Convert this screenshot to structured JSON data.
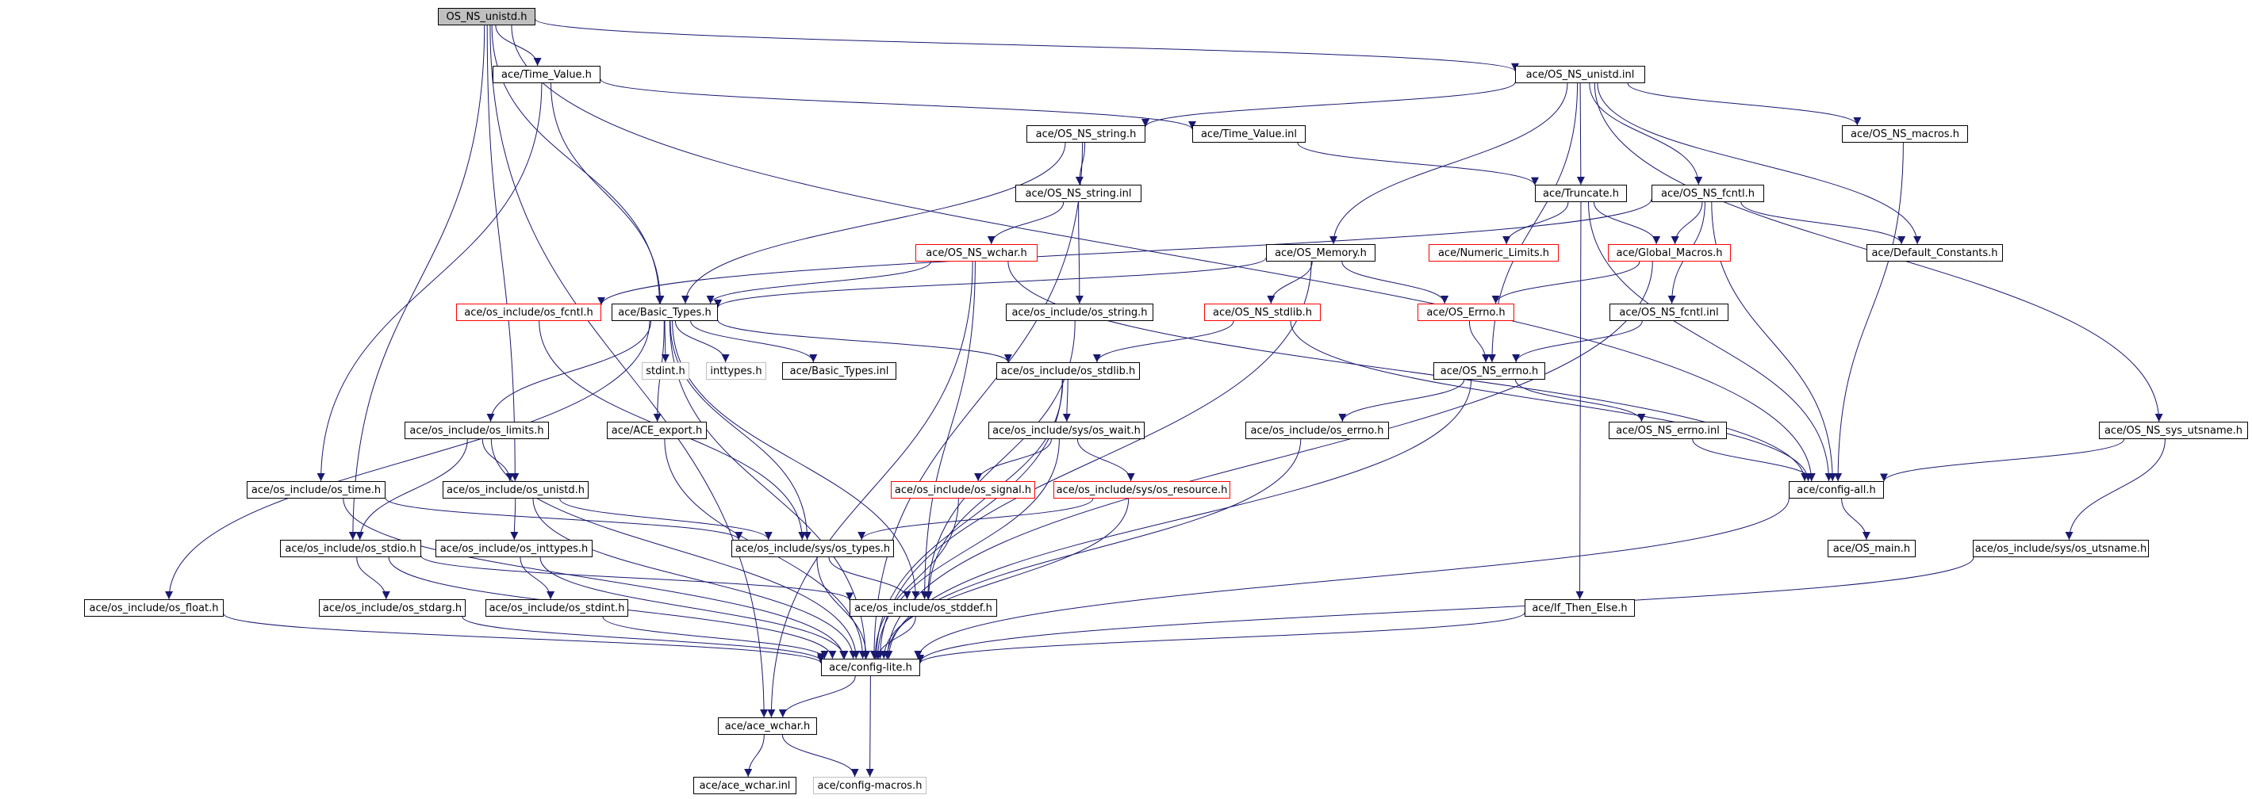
{
  "colors": {
    "edge": "#191970",
    "node_border": "#000000",
    "truncated_border": "#ff0000",
    "external_border": "#bfbfbf",
    "root_fill": "#bfbfbf"
  },
  "nodes": [
    {
      "id": "n_root",
      "label": "OS_NS_unistd.h",
      "kind": "root"
    },
    {
      "id": "n_time_value_h",
      "label": "ace/Time_Value.h",
      "kind": "normal"
    },
    {
      "id": "n_ns_unistd_inl",
      "label": "ace/OS_NS_unistd.inl",
      "kind": "normal"
    },
    {
      "id": "n_ns_string_h",
      "label": "ace/OS_NS_string.h",
      "kind": "normal"
    },
    {
      "id": "n_time_value_inl",
      "label": "ace/Time_Value.inl",
      "kind": "normal"
    },
    {
      "id": "n_ns_macros_h",
      "label": "ace/OS_NS_macros.h",
      "kind": "normal"
    },
    {
      "id": "n_ns_string_inl",
      "label": "ace/OS_NS_string.inl",
      "kind": "normal"
    },
    {
      "id": "n_truncate_h",
      "label": "ace/Truncate.h",
      "kind": "normal"
    },
    {
      "id": "n_ns_fcntl_h",
      "label": "ace/OS_NS_fcntl.h",
      "kind": "normal"
    },
    {
      "id": "n_ns_wchar_h",
      "label": "ace/OS_NS_wchar.h",
      "kind": "red"
    },
    {
      "id": "n_os_memory_h",
      "label": "ace/OS_Memory.h",
      "kind": "normal"
    },
    {
      "id": "n_numeric_limits_h",
      "label": "ace/Numeric_Limits.h",
      "kind": "red"
    },
    {
      "id": "n_global_macros_h",
      "label": "ace/Global_Macros.h",
      "kind": "red"
    },
    {
      "id": "n_default_constants_h",
      "label": "ace/Default_Constants.h",
      "kind": "normal"
    },
    {
      "id": "n_os_fcntl_inc",
      "label": "ace/os_include/os_fcntl.h",
      "kind": "red"
    },
    {
      "id": "n_basic_types_h",
      "label": "ace/Basic_Types.h",
      "kind": "normal"
    },
    {
      "id": "n_os_string_inc",
      "label": "ace/os_include/os_string.h",
      "kind": "normal"
    },
    {
      "id": "n_ns_stdlib_h",
      "label": "ace/OS_NS_stdlib.h",
      "kind": "red"
    },
    {
      "id": "n_os_errno_h",
      "label": "ace/OS_Errno.h",
      "kind": "red"
    },
    {
      "id": "n_ns_fcntl_inl",
      "label": "ace/OS_NS_fcntl.inl",
      "kind": "normal"
    },
    {
      "id": "n_stdint_h",
      "label": "stdint.h",
      "kind": "grey"
    },
    {
      "id": "n_inttypes_h",
      "label": "inttypes.h",
      "kind": "grey"
    },
    {
      "id": "n_basic_types_inl",
      "label": "ace/Basic_Types.inl",
      "kind": "normal"
    },
    {
      "id": "n_os_stdlib_inc",
      "label": "ace/os_include/os_stdlib.h",
      "kind": "normal"
    },
    {
      "id": "n_ns_errno_h",
      "label": "ace/OS_NS_errno.h",
      "kind": "normal"
    },
    {
      "id": "n_os_limits_inc",
      "label": "ace/os_include/os_limits.h",
      "kind": "normal"
    },
    {
      "id": "n_ace_export_h",
      "label": "ace/ACE_export.h",
      "kind": "normal"
    },
    {
      "id": "n_sys_wait_inc",
      "label": "ace/os_include/sys/os_wait.h",
      "kind": "normal"
    },
    {
      "id": "n_os_errno_inc",
      "label": "ace/os_include/os_errno.h",
      "kind": "normal"
    },
    {
      "id": "n_ns_errno_inl",
      "label": "ace/OS_NS_errno.inl",
      "kind": "normal"
    },
    {
      "id": "n_ns_sys_utsname_h",
      "label": "ace/OS_NS_sys_utsname.h",
      "kind": "normal"
    },
    {
      "id": "n_os_time_inc",
      "label": "ace/os_include/os_time.h",
      "kind": "normal"
    },
    {
      "id": "n_os_unistd_inc",
      "label": "ace/os_include/os_unistd.h",
      "kind": "normal"
    },
    {
      "id": "n_os_signal_inc",
      "label": "ace/os_include/os_signal.h",
      "kind": "red"
    },
    {
      "id": "n_sys_resource_inc",
      "label": "ace/os_include/sys/os_resource.h",
      "kind": "red"
    },
    {
      "id": "n_config_all_h",
      "label": "ace/config-all.h",
      "kind": "normal"
    },
    {
      "id": "n_os_stdio_inc",
      "label": "ace/os_include/os_stdio.h",
      "kind": "normal"
    },
    {
      "id": "n_os_inttypes_inc",
      "label": "ace/os_include/os_inttypes.h",
      "kind": "normal"
    },
    {
      "id": "n_sys_types_inc",
      "label": "ace/os_include/sys/os_types.h",
      "kind": "normal"
    },
    {
      "id": "n_os_main_h",
      "label": "ace/OS_main.h",
      "kind": "normal"
    },
    {
      "id": "n_sys_utsname_inc",
      "label": "ace/os_include/sys/os_utsname.h",
      "kind": "normal"
    },
    {
      "id": "n_os_float_inc",
      "label": "ace/os_include/os_float.h",
      "kind": "normal"
    },
    {
      "id": "n_os_stdarg_inc",
      "label": "ace/os_include/os_stdarg.h",
      "kind": "normal"
    },
    {
      "id": "n_os_stdint_inc",
      "label": "ace/os_include/os_stdint.h",
      "kind": "normal"
    },
    {
      "id": "n_os_stddef_inc",
      "label": "ace/os_include/os_stddef.h",
      "kind": "normal"
    },
    {
      "id": "n_if_then_else_h",
      "label": "ace/If_Then_Else.h",
      "kind": "normal"
    },
    {
      "id": "n_config_lite_h",
      "label": "ace/config-lite.h",
      "kind": "normal"
    },
    {
      "id": "n_ace_wchar_h",
      "label": "ace/ace_wchar.h",
      "kind": "normal"
    },
    {
      "id": "n_ace_wchar_inl",
      "label": "ace/ace_wchar.inl",
      "kind": "normal"
    },
    {
      "id": "n_config_macros_h",
      "label": "ace/config-macros.h",
      "kind": "grey"
    }
  ],
  "edges": [
    [
      "n_root",
      "n_time_value_h"
    ],
    [
      "n_root",
      "n_ns_unistd_inl"
    ],
    [
      "n_root",
      "n_basic_types_h"
    ],
    [
      "n_root",
      "n_os_unistd_inc"
    ],
    [
      "n_root",
      "n_os_stdio_inc"
    ],
    [
      "n_root",
      "n_config_all_h"
    ],
    [
      "n_root",
      "n_ace_wchar_h"
    ],
    [
      "n_time_value_h",
      "n_time_value_inl"
    ],
    [
      "n_time_value_h",
      "n_basic_types_h"
    ],
    [
      "n_time_value_h",
      "n_os_time_inc"
    ],
    [
      "n_ns_unistd_inl",
      "n_ns_string_h"
    ],
    [
      "n_ns_unistd_inl",
      "n_ns_macros_h"
    ],
    [
      "n_ns_unistd_inl",
      "n_truncate_h"
    ],
    [
      "n_ns_unistd_inl",
      "n_ns_fcntl_h"
    ],
    [
      "n_ns_unistd_inl",
      "n_os_memory_h"
    ],
    [
      "n_ns_unistd_inl",
      "n_default_constants_h"
    ],
    [
      "n_ns_unistd_inl",
      "n_ns_errno_h"
    ],
    [
      "n_ns_unistd_inl",
      "n_ns_sys_utsname_h"
    ],
    [
      "n_ns_string_h",
      "n_ns_string_inl"
    ],
    [
      "n_ns_string_h",
      "n_basic_types_h"
    ],
    [
      "n_ns_string_h",
      "n_config_lite_h"
    ],
    [
      "n_ns_string_inl",
      "n_ns_wchar_h"
    ],
    [
      "n_ns_string_inl",
      "n_os_string_inc"
    ],
    [
      "n_time_value_inl",
      "n_truncate_h"
    ],
    [
      "n_ns_macros_h",
      "n_config_all_h"
    ],
    [
      "n_truncate_h",
      "n_numeric_limits_h"
    ],
    [
      "n_truncate_h",
      "n_global_macros_h"
    ],
    [
      "n_truncate_h",
      "n_if_then_else_h"
    ],
    [
      "n_truncate_h",
      "n_config_all_h"
    ],
    [
      "n_ns_fcntl_h",
      "n_global_macros_h"
    ],
    [
      "n_ns_fcntl_h",
      "n_default_constants_h"
    ],
    [
      "n_ns_fcntl_h",
      "n_ns_fcntl_inl"
    ],
    [
      "n_ns_fcntl_h",
      "n_config_all_h"
    ],
    [
      "n_ns_fcntl_h",
      "n_os_fcntl_inc"
    ],
    [
      "n_ns_wchar_h",
      "n_basic_types_h"
    ],
    [
      "n_ns_wchar_h",
      "n_os_stddef_inc"
    ],
    [
      "n_ns_wchar_h",
      "n_ace_wchar_h"
    ],
    [
      "n_ns_wchar_h",
      "n_config_all_h"
    ],
    [
      "n_os_memory_h",
      "n_basic_types_h"
    ],
    [
      "n_os_memory_h",
      "n_ns_stdlib_h"
    ],
    [
      "n_os_memory_h",
      "n_os_errno_h"
    ],
    [
      "n_os_memory_h",
      "n_config_lite_h"
    ],
    [
      "n_global_macros_h",
      "n_os_errno_h"
    ],
    [
      "n_global_macros_h",
      "n_config_lite_h"
    ],
    [
      "n_os_fcntl_inc",
      "n_sys_types_inc"
    ],
    [
      "n_basic_types_h",
      "n_stdint_h"
    ],
    [
      "n_basic_types_h",
      "n_inttypes_h"
    ],
    [
      "n_basic_types_h",
      "n_basic_types_inl"
    ],
    [
      "n_basic_types_h",
      "n_os_stdlib_inc"
    ],
    [
      "n_basic_types_h",
      "n_os_limits_inc"
    ],
    [
      "n_basic_types_h",
      "n_ace_export_h"
    ],
    [
      "n_basic_types_h",
      "n_sys_types_inc"
    ],
    [
      "n_basic_types_h",
      "n_os_float_inc"
    ],
    [
      "n_basic_types_h",
      "n_os_stddef_inc"
    ],
    [
      "n_basic_types_h",
      "n_config_lite_h"
    ],
    [
      "n_os_string_inc",
      "n_os_stddef_inc"
    ],
    [
      "n_ns_stdlib_h",
      "n_os_stdlib_inc"
    ],
    [
      "n_ns_stdlib_h",
      "n_config_all_h"
    ],
    [
      "n_os_errno_h",
      "n_ns_errno_h"
    ],
    [
      "n_ns_fcntl_inl",
      "n_ns_errno_h"
    ],
    [
      "n_os_stdlib_inc",
      "n_sys_wait_inc"
    ],
    [
      "n_os_stdlib_inc",
      "n_os_stddef_inc"
    ],
    [
      "n_os_stdlib_inc",
      "n_config_lite_h"
    ],
    [
      "n_ns_errno_h",
      "n_os_errno_inc"
    ],
    [
      "n_ns_errno_h",
      "n_ns_errno_inl"
    ],
    [
      "n_ns_errno_h",
      "n_config_lite_h"
    ],
    [
      "n_os_limits_inc",
      "n_os_unistd_inc"
    ],
    [
      "n_os_limits_inc",
      "n_os_stdio_inc"
    ],
    [
      "n_os_limits_inc",
      "n_config_lite_h"
    ],
    [
      "n_ace_export_h",
      "n_config_lite_h"
    ],
    [
      "n_sys_wait_inc",
      "n_os_signal_inc"
    ],
    [
      "n_sys_wait_inc",
      "n_sys_resource_inc"
    ],
    [
      "n_sys_wait_inc",
      "n_config_lite_h"
    ],
    [
      "n_os_errno_inc",
      "n_config_lite_h"
    ],
    [
      "n_ns_errno_inl",
      "n_config_all_h"
    ],
    [
      "n_ns_sys_utsname_h",
      "n_config_all_h"
    ],
    [
      "n_ns_sys_utsname_h",
      "n_sys_utsname_inc"
    ],
    [
      "n_os_time_inc",
      "n_sys_types_inc"
    ],
    [
      "n_os_time_inc",
      "n_config_lite_h"
    ],
    [
      "n_os_unistd_inc",
      "n_os_inttypes_inc"
    ],
    [
      "n_os_unistd_inc",
      "n_sys_types_inc"
    ],
    [
      "n_os_unistd_inc",
      "n_config_lite_h"
    ],
    [
      "n_os_signal_inc",
      "n_config_lite_h"
    ],
    [
      "n_sys_resource_inc",
      "n_sys_types_inc"
    ],
    [
      "n_sys_resource_inc",
      "n_config_lite_h"
    ],
    [
      "n_config_all_h",
      "n_os_main_h"
    ],
    [
      "n_config_all_h",
      "n_config_lite_h"
    ],
    [
      "n_os_stdio_inc",
      "n_os_stdarg_inc"
    ],
    [
      "n_os_stdio_inc",
      "n_os_stddef_inc"
    ],
    [
      "n_os_stdio_inc",
      "n_config_lite_h"
    ],
    [
      "n_os_inttypes_inc",
      "n_os_stdint_inc"
    ],
    [
      "n_os_inttypes_inc",
      "n_config_lite_h"
    ],
    [
      "n_sys_types_inc",
      "n_os_stddef_inc"
    ],
    [
      "n_sys_types_inc",
      "n_config_lite_h"
    ],
    [
      "n_sys_utsname_inc",
      "n_config_lite_h"
    ],
    [
      "n_os_float_inc",
      "n_config_lite_h"
    ],
    [
      "n_os_stdarg_inc",
      "n_config_lite_h"
    ],
    [
      "n_os_stdint_inc",
      "n_config_lite_h"
    ],
    [
      "n_os_stddef_inc",
      "n_config_lite_h"
    ],
    [
      "n_if_then_else_h",
      "n_config_lite_h"
    ],
    [
      "n_config_lite_h",
      "n_ace_wchar_h"
    ],
    [
      "n_config_lite_h",
      "n_config_macros_h"
    ],
    [
      "n_ace_wchar_h",
      "n_ace_wchar_inl"
    ],
    [
      "n_ace_wchar_h",
      "n_config_macros_h"
    ]
  ]
}
